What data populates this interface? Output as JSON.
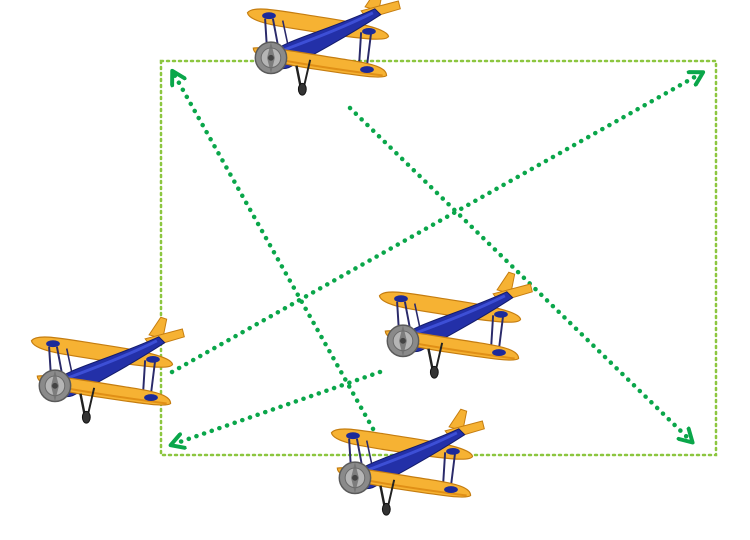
{
  "diagram": {
    "subject": "biplane-flight-paths",
    "colors": {
      "boundary": "#8cc63f",
      "path": "#0aa64a",
      "wing": "#f6b233",
      "wing_shade": "#e08f16",
      "fuselage": "#2330a8",
      "fuselage_light": "#3d4fd6",
      "roundel": "#1c2a9a",
      "propeller": "#9a9a9a",
      "strut": "#2a2a6a"
    },
    "planes": [
      {
        "id": "top-center",
        "icon": "biplane-icon"
      },
      {
        "id": "center-right",
        "icon": "biplane-icon"
      },
      {
        "id": "left",
        "icon": "biplane-icon"
      },
      {
        "id": "bottom-center",
        "icon": "biplane-icon"
      }
    ],
    "paths": [
      {
        "from": "top-center",
        "to": "bottom-right-corner"
      },
      {
        "from": "left",
        "to": "top-right-corner"
      },
      {
        "from": "bottom-center",
        "to": "top-left-corner"
      },
      {
        "from": "center-right",
        "to": "bottom-left-corner"
      }
    ]
  }
}
